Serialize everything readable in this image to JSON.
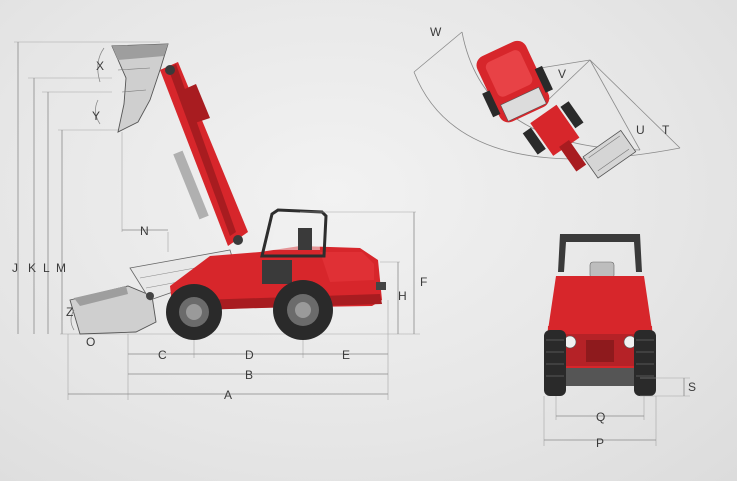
{
  "labels": {
    "A": "A",
    "B": "B",
    "C": "C",
    "D": "D",
    "E": "E",
    "F": "F",
    "H": "H",
    "J": "J",
    "K": "K",
    "L": "L",
    "M": "M",
    "N": "N",
    "O": "O",
    "P": "P",
    "Q": "Q",
    "S": "S",
    "T": "T",
    "U": "U",
    "V": "V",
    "W": "W",
    "X": "X",
    "Y": "Y",
    "Z": "Z"
  },
  "colors": {
    "body_red": "#d7262b",
    "dark_red": "#a81c20",
    "tire_black": "#2a2a2a",
    "steel_grey": "#bdbdbd",
    "dimension_line": "#8a8a8a"
  },
  "icons": [
    "side-view-loader",
    "top-view-loader",
    "front-view-loader"
  ]
}
